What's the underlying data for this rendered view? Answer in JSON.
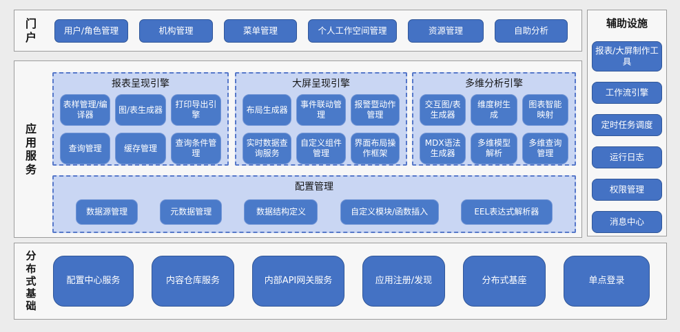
{
  "colors": {
    "button_blue": "#4472c4",
    "inner_button_blue": "#4a7ac9",
    "engine_panel_blue": "#c9d6f3",
    "dashed_border_blue": "#5577c9",
    "panel_background": "#f7f7f7",
    "page_background": "#ececec"
  },
  "portal": {
    "label": "门户",
    "buttons": [
      "用户/角色管理",
      "机构管理",
      "菜单管理",
      "个人工作空间管理",
      "资源管理",
      "自助分析"
    ]
  },
  "app_services": {
    "label": "应用服务",
    "engines": [
      {
        "title": "报表呈现引擎",
        "buttons": [
          "表样管理/编译器",
          "图/表生成器",
          "打印导出引擎",
          "查询管理",
          "缓存管理",
          "查询条件管理"
        ]
      },
      {
        "title": "大屏呈现引擎",
        "buttons": [
          "布局生成器",
          "事件联动管理",
          "报警暨动作管理",
          "实时数据查询服务",
          "自定义组件管理",
          "界面布局操作框架"
        ]
      },
      {
        "title": "多维分析引擎",
        "buttons": [
          "交互图/表生成器",
          "维度树生成",
          "图表智能映射",
          "MDX语法生成器",
          "多维模型解析",
          "多维查询管理"
        ]
      }
    ],
    "config": {
      "title": "配置管理",
      "buttons": [
        "数据源管理",
        "元数据管理",
        "数据结构定义",
        "自定义模块/函数插入",
        "EEL表达式解析器"
      ]
    }
  },
  "auxiliary": {
    "title": "辅助设施",
    "buttons": [
      "报表/大屏制作工具",
      "工作流引擎",
      "定时任务调度",
      "运行日志",
      "权限管理",
      "消息中心"
    ]
  },
  "foundation": {
    "label": "分布式基础",
    "buttons": [
      "配置中心服务",
      "内容仓库服务",
      "内部API网关服务",
      "应用注册/发现",
      "分布式基座",
      "单点登录"
    ]
  }
}
